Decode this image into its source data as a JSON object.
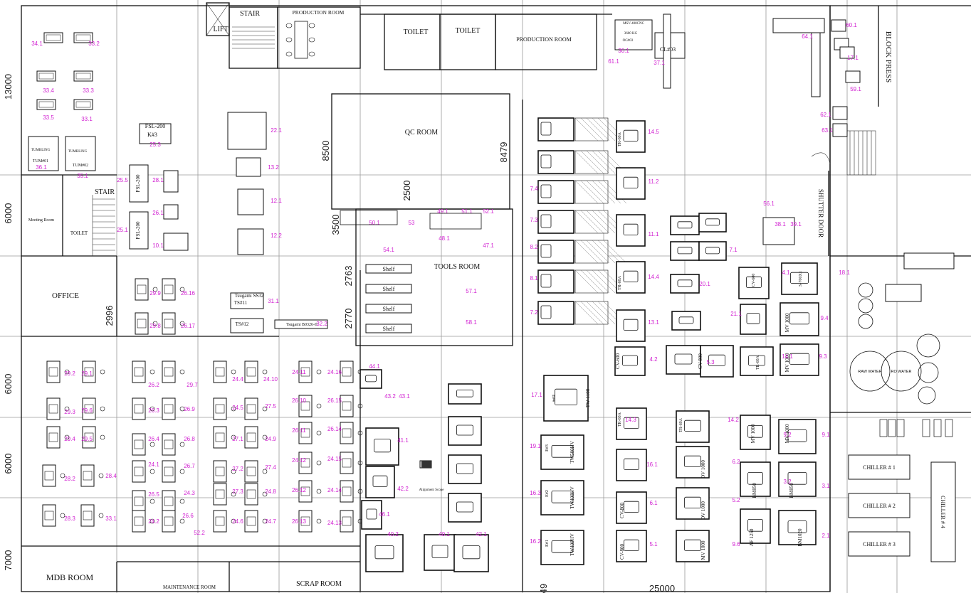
{
  "rooms": [
    {
      "id": "production-room-1",
      "label": "PRODUCTION ROOM"
    },
    {
      "id": "production-room-2",
      "label": "PRODUCTION ROOM"
    },
    {
      "id": "stair-top",
      "label": "STAIR"
    },
    {
      "id": "lift",
      "label": "LIFT"
    },
    {
      "id": "toilet-1",
      "label": "TOILET"
    },
    {
      "id": "toilet-2",
      "label": "TOILET"
    },
    {
      "id": "qc-room",
      "label": "QC ROOM"
    },
    {
      "id": "stair-left",
      "label": "STAIR"
    },
    {
      "id": "meeting-room",
      "label": "Meeting Room"
    },
    {
      "id": "toilet-left",
      "label": "TOILET"
    },
    {
      "id": "office",
      "label": "OFFICE"
    },
    {
      "id": "tools-room",
      "label": "TOOLS ROOM"
    },
    {
      "id": "mdb-room",
      "label": "MDB ROOM"
    },
    {
      "id": "maintenance-room",
      "label": "MAINTENANCE ROOM"
    },
    {
      "id": "scrap-room",
      "label": "SCRAP ROOM"
    },
    {
      "id": "block-press",
      "label": "BLOCK PRESS"
    },
    {
      "id": "shutter-door",
      "label": "SHUTTER DOOR"
    }
  ],
  "dimensions": [
    "13000",
    "8500",
    "8479",
    "2500",
    "3500",
    "2763",
    "2770",
    "2996",
    "25000",
    "7000",
    "6000",
    "6000",
    "6000",
    "49"
  ],
  "shelves": [
    "Shelf",
    "Shelf",
    "Shelf",
    "Shelf"
  ],
  "chillers": [
    "CHILLER # 1",
    "CHILLER # 2",
    "CHILLER # 3",
    "CHILLER # 4"
  ],
  "tanks": [
    "RAW WATER",
    "RO WATER"
  ],
  "machine_labels": [
    "FSL-200",
    "K#3",
    "FSL-200",
    "FSL-200",
    "TUMBLING",
    "TUMBLING",
    "TUM#01",
    "TUM#02",
    "Tsugami SS32",
    "TS#11",
    "TS#12",
    "Tsugami B0326-II",
    "MSV-400CNC",
    "3600 KG",
    "OG#03",
    "CL#03",
    "Alignment Scope",
    "TW-1100",
    "E#4",
    "TW500HV",
    "TW400HV",
    "TW400HV",
    "E#3",
    "E#2",
    "E#1",
    "CV-600",
    "CV-800",
    "CV 800",
    "CV-800",
    "DV 1000",
    "DV 1000",
    "MV 1000",
    "MV 1000",
    "MV 1000",
    "MV 1000",
    "MV 1000",
    "BM850",
    "BM850",
    "BM1020",
    "AF 1250",
    "TR-60A",
    "TR-60A",
    "TR-60A",
    "TR-60A",
    "TR-60A",
    "CV-600",
    "S-700X1"
  ],
  "tags": [
    "34.1",
    "33.2",
    "33.4",
    "33.3",
    "33.5",
    "33.1",
    "36.1",
    "35.1",
    "25.3",
    "25.5",
    "28.1",
    "26.1",
    "25.1",
    "10.1",
    "22.1",
    "13.2",
    "12.1",
    "12.2",
    "29.9",
    "26.16",
    "29.8",
    "26.17",
    "31.1",
    "32.2",
    "29.2",
    "29.1",
    "29.3",
    "29.6",
    "29.4",
    "29.5",
    "28.2",
    "28.4",
    "28.3",
    "33.1",
    "26.2",
    "29.7",
    "26.3",
    "26.9",
    "26.4",
    "26.8",
    "24.1",
    "26.7",
    "26.5",
    "24.3",
    "24.2",
    "26.6",
    "52.2",
    "24.4",
    "24.10",
    "24.5",
    "27.5",
    "27.1",
    "24.9",
    "27.2",
    "27.4",
    "27.3",
    "24.8",
    "24.6",
    "24.7",
    "24.11",
    "24.16",
    "26.10",
    "26.15",
    "26.11",
    "26.14",
    "24.12",
    "24.15",
    "26.12",
    "24.14",
    "26.13",
    "24.13",
    "44.1",
    "43.2",
    "43.1",
    "41.1",
    "42.2",
    "46.1",
    "40.2",
    "40.1",
    "42.1",
    "49.1",
    "51.1",
    "52.1",
    "50.1",
    "53",
    "48.1",
    "47.1",
    "54.1",
    "57.1",
    "58.1",
    "61.1",
    "30.1",
    "37.1",
    "14.5",
    "11.2",
    "11.1",
    "14.4",
    "13.1",
    "20.1",
    "21.1",
    "7.1",
    "4.1",
    "18.1",
    "9.4",
    "9.3",
    "14.1",
    "4.2",
    "5.3",
    "7.4",
    "7.3",
    "8.2",
    "8.1",
    "7.2",
    "17.1",
    "19.1",
    "16.3",
    "16.2",
    "14.3",
    "14.2",
    "16.1",
    "6.2",
    "6.1",
    "5.2",
    "5.1",
    "9.6",
    "9.2",
    "9.1",
    "3.2",
    "3.1",
    "2.1",
    "64.1",
    "60.1",
    "17.1",
    "59.1",
    "62.1",
    "63.1",
    "56.1",
    "38.1",
    "39.1"
  ]
}
